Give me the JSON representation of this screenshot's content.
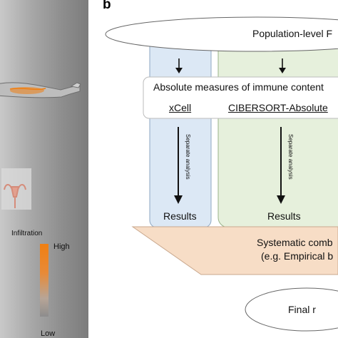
{
  "panel_a": {
    "legend_title": "Infiltration",
    "legend_high": "High",
    "legend_low": "Low",
    "colors": {
      "high": "#f07f12",
      "low": "#8d8d8d"
    }
  },
  "panel_b": {
    "label": "b",
    "top_ellipse_text": "Population-level F",
    "absolute_box_text": "Absolute measures of immune content",
    "method_1": "xCell",
    "method_2": "CIBERSORT-Absolute",
    "separate_analysis_1": "Separate analysis",
    "separate_analysis_2": "Separate analysis",
    "results_1": "Results",
    "results_2": "Results",
    "systematic_line1": "Systematic comb",
    "systematic_line2": "(e.g. Empirical b",
    "final_text": "Final r",
    "colors": {
      "column_blue": "#dce8f5",
      "column_green": "#e6f0dc",
      "trapezoid": "#f7ddc6"
    }
  }
}
